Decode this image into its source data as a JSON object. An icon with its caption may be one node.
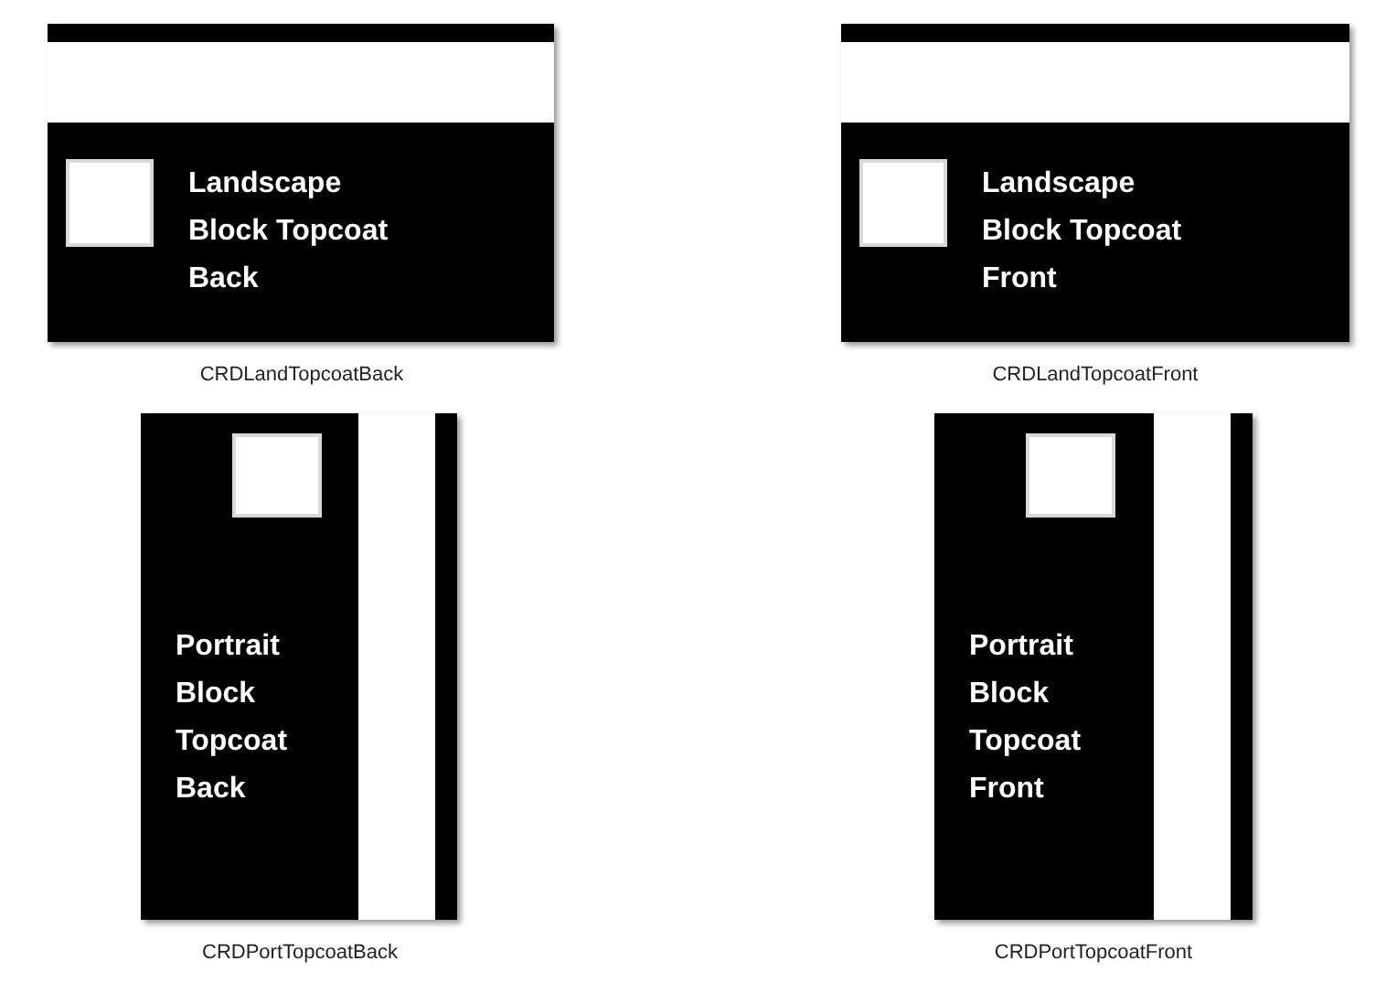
{
  "diagram": {
    "nodes": [
      {
        "text": [
          "Landscape Block Topcoat Back"
        ],
        "beside": [
          "CRDLandTopcoatBack"
        ]
      },
      {
        "text": [],
        "shape": "bar",
        "in": 0
      },
      {
        "text": [],
        "shape": "box",
        "in": 0
      },
      {
        "text": [
          "Landscape Block Topcoat Front"
        ],
        "beside": [
          "CRDLandTopcoatFront"
        ]
      },
      {
        "text": [],
        "shape": "bar",
        "in": 3
      },
      {
        "text": [],
        "shape": "box",
        "in": 3
      },
      {
        "text": [
          "Portrait Block Topcoat Back"
        ],
        "beside": [
          "CRDPortTopcoatBack"
        ]
      },
      {
        "text": [],
        "shape": "box",
        "in": 6
      },
      {
        "text": [],
        "shape": "bar",
        "in": 6
      },
      {
        "text": [
          "Portrait Block Topcoat Front"
        ],
        "beside": [
          "CRDPortTopcoatFront"
        ]
      },
      {
        "text": [],
        "shape": "box",
        "in": 9
      },
      {
        "text": [],
        "shape": "bar",
        "in": 9
      }
    ],
    "edges": []
  }
}
